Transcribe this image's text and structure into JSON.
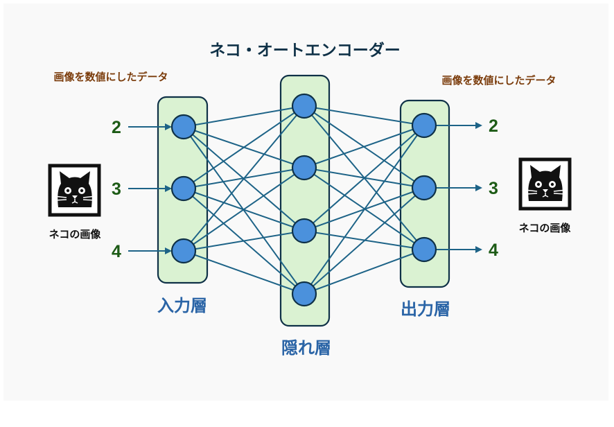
{
  "title": "ネコ・オートエンコーダー",
  "input_caption": "画像を数値にしたデータ",
  "output_caption": "画像を数値にしたデータ",
  "input_image": {
    "icon": "cat-face-icon",
    "label": "ネコの画像"
  },
  "output_image": {
    "icon": "cat-face-icon",
    "label": "ネコの画像"
  },
  "layers": [
    {
      "id": "input",
      "label": "入力層",
      "node_count": 3
    },
    {
      "id": "hidden",
      "label": "隠れ層",
      "node_count": 4
    },
    {
      "id": "output",
      "label": "出力層",
      "node_count": 3
    }
  ],
  "input_values": [
    "2",
    "3",
    "4"
  ],
  "output_values": [
    "2",
    "3",
    "4"
  ],
  "connections": "fully-connected",
  "colors": {
    "node_fill": "#4b91dc",
    "layer_box_fill": "#daf2d2",
    "edge": "#1d6387",
    "title": "#0f3147",
    "caption": "#7a3b0a",
    "number": "#1d5b16",
    "layer_label": "#2a64a6"
  }
}
